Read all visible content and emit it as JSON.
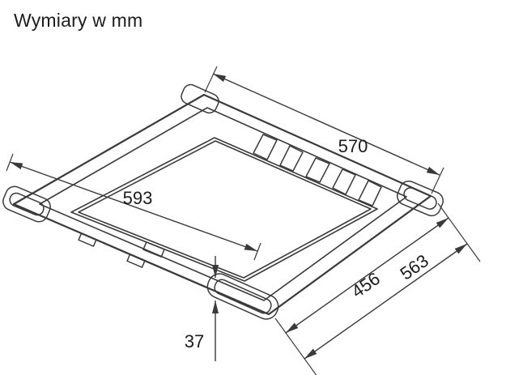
{
  "title": "Wymiary w mm",
  "diagram": {
    "type": "technical-dimension-drawing",
    "subject": "appliance-stacking-frame-perspective-view",
    "unit": "mm",
    "colors": {
      "line": "#3a3a3a",
      "text": "#1c1c1c",
      "background": "#ffffff"
    },
    "dimensions": {
      "top_width": "570",
      "inner_width": "593",
      "inner_depth": "456",
      "outer_depth": "563",
      "frame_height": "37"
    }
  }
}
